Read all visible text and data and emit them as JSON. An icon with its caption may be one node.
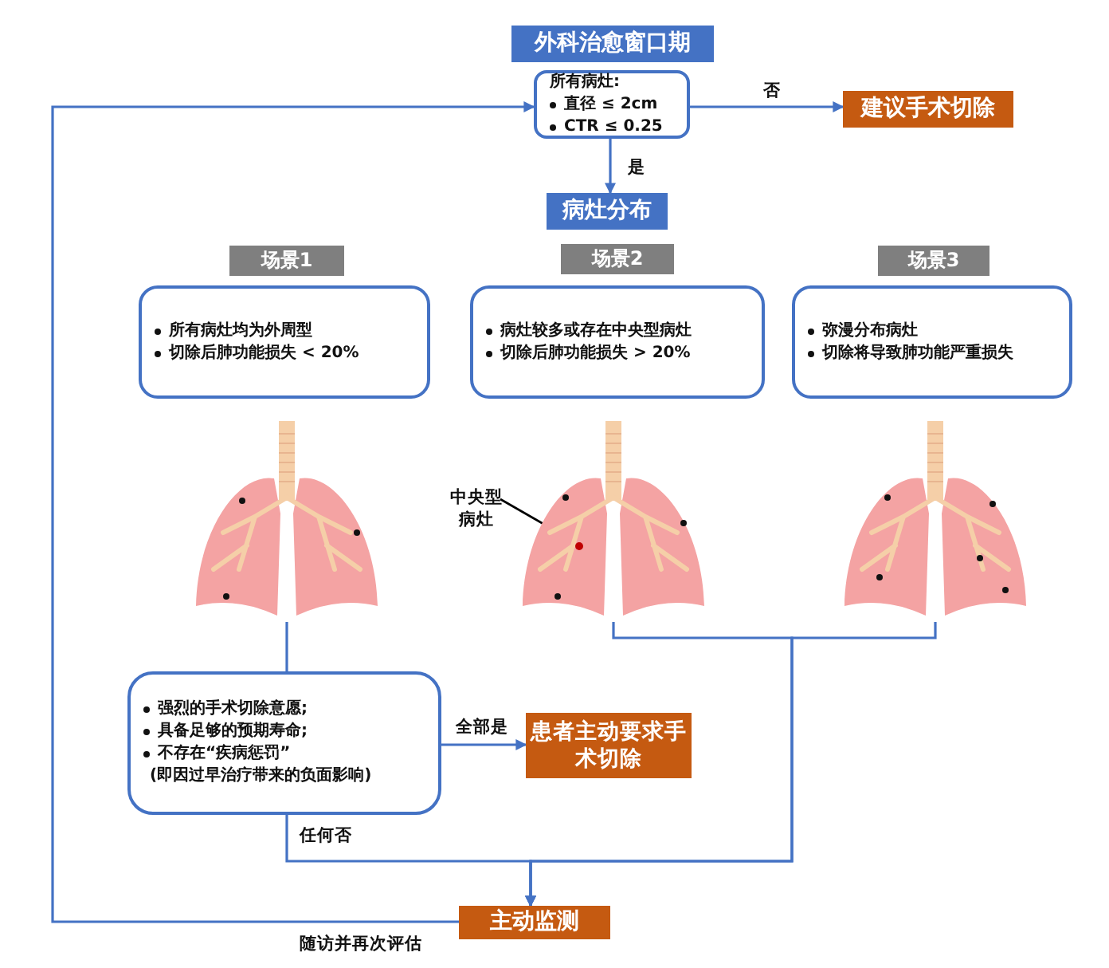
{
  "diagram": {
    "nodes": [
      {
        "text": [
          "外科治愈窗口期"
        ]
      },
      {
        "text": [
          "所有病灶:",
          "直径 ≤ 2cm",
          "CTR ≤ 0.25"
        ]
      },
      {
        "text": [
          "建议手术切除"
        ]
      },
      {
        "text": [
          "病灶分布"
        ]
      },
      {
        "text": [
          "场景1"
        ]
      },
      {
        "text": [
          "场景2"
        ]
      },
      {
        "text": [
          "场景3"
        ]
      },
      {
        "text": [
          "所有病灶均为外周型",
          "切除后肺功能损失 < 20%"
        ]
      },
      {
        "text": [
          "病灶较多或存在中央型病灶",
          "切除后肺功能损失 > 20%"
        ]
      },
      {
        "text": [
          "弥漫分布病灶",
          "切除将导致肺功能严重损失"
        ]
      },
      {
        "text": [],
        "shape": "picture"
      },
      {
        "text": [],
        "shape": "picture"
      },
      {
        "text": [],
        "shape": "picture"
      },
      {
        "text": [
          "中央型病灶"
        ]
      },
      {
        "text": [],
        "shape": "circle",
        "in": 11
      },
      {
        "text": [
          "强烈的手术切除意愿;",
          "具备足够的预期寿命;",
          "不存在“疾病惩罚”",
          "(即因过早治疗带来的负面影响)"
        ]
      },
      {
        "text": [
          "患者主动要求手术切除"
        ]
      },
      {
        "text": [
          "主动监测"
        ]
      }
    ],
    "edges": [
      {
        "from": 1,
        "to": 2,
        "arrow": "to",
        "label": "否"
      },
      {
        "from": 1,
        "to": 3,
        "arrow": "to",
        "label": "是"
      },
      {
        "from": 10,
        "to": 15,
        "arrow": "none"
      },
      {
        "from": 11,
        "to": 17,
        "arrow": "to"
      },
      {
        "from": 12,
        "to": 17,
        "arrow": "to"
      },
      {
        "from": 15,
        "to": 17,
        "arrow": "to",
        "label": "任何否"
      },
      {
        "from": 15,
        "to": 16,
        "arrow": "to",
        "label": "全部是"
      },
      {
        "from": 17,
        "to": 1,
        "arrow": "to",
        "label": "随访并再次评估"
      },
      {
        "from": 13,
        "to": 14,
        "arrow": "none",
        "color": "#000000"
      }
    ]
  }
}
